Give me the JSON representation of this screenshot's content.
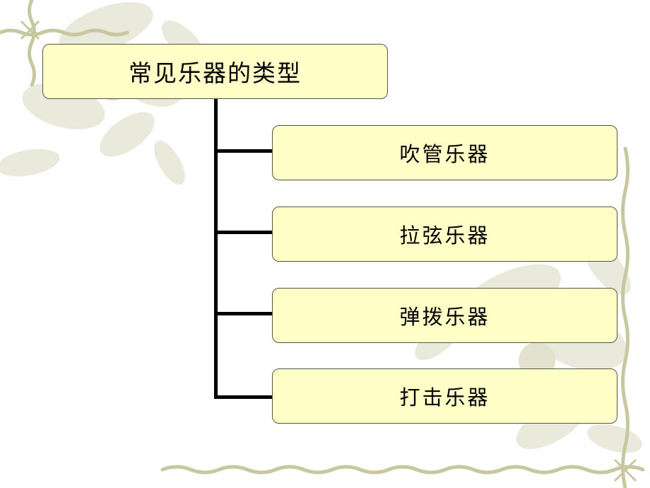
{
  "diagram": {
    "root": {
      "label": "常见乐器的类型"
    },
    "children": [
      {
        "label": "吹管乐器"
      },
      {
        "label": "拉弦乐器"
      },
      {
        "label": "弹拨乐器"
      },
      {
        "label": "打击乐器"
      }
    ]
  },
  "colors": {
    "box_fill": "#ffffc8",
    "box_border": "#555544",
    "connector": "#000000",
    "vine": "#c8c8a0",
    "watermark": "#e4e4d2"
  }
}
